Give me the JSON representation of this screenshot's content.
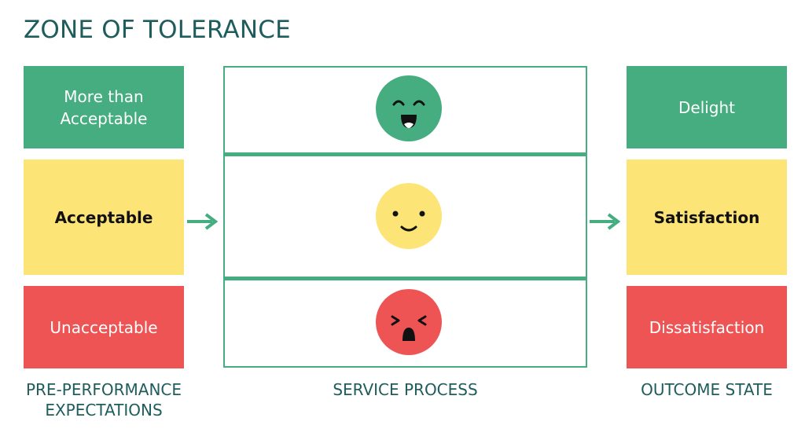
{
  "title": "ZONE OF TOLERANCE",
  "expectations": {
    "more_than_acceptable": "More than Acceptable",
    "acceptable": "Acceptable",
    "unacceptable": "Unacceptable"
  },
  "outcomes": {
    "delight": "Delight",
    "satisfaction": "Satisfaction",
    "dissatisfaction": "Dissatisfaction"
  },
  "captions": {
    "pre_performance_line1": "PRE-PERFORMANCE",
    "pre_performance_line2": "EXPECTATIONS",
    "service_process": "SERVICE PROCESS",
    "outcome_state": "OUTCOME STATE"
  },
  "icons": {
    "top_face": "happy-face-icon",
    "middle_face": "neutral-smile-face-icon",
    "bottom_face": "angry-face-icon",
    "arrows": "right-arrow-icon"
  },
  "colors": {
    "green": "#46ad80",
    "yellow": "#fde476",
    "red": "#ee5454",
    "title_text": "#1f5c5c"
  }
}
